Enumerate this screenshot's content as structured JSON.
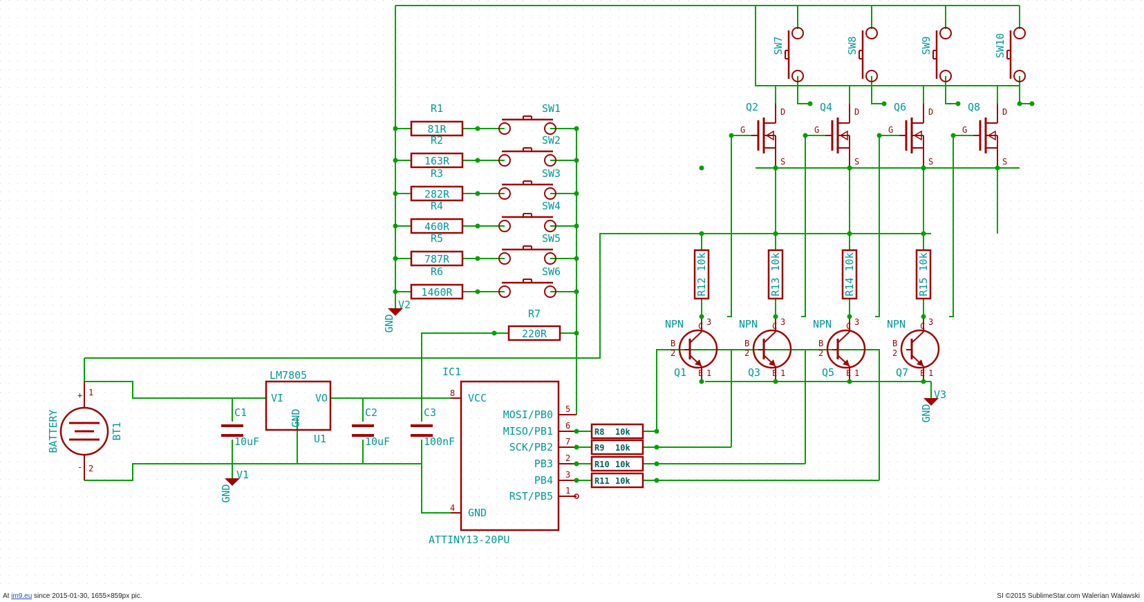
{
  "colors": {
    "wire": "#00a000",
    "part": "#a00000",
    "label": "#009898",
    "junction": "#00a000",
    "grid": "#c0c0c0"
  },
  "ic": {
    "ref": "IC1",
    "value": "ATTINY13-20PU",
    "pins": [
      {
        "num": "8",
        "name": "VCC"
      },
      {
        "num": "4",
        "name": "GND"
      },
      {
        "num": "5",
        "name": "MOSI/PB0"
      },
      {
        "num": "6",
        "name": "MISO/PB1"
      },
      {
        "num": "7",
        "name": "SCK/PB2"
      },
      {
        "num": "2",
        "name": "PB3"
      },
      {
        "num": "3",
        "name": "PB4"
      },
      {
        "num": "1",
        "name": "RST/PB5"
      }
    ]
  },
  "regulator": {
    "value": "LM7805",
    "ref": "U1",
    "vi": "VI",
    "vo": "VO",
    "gnd": "GND"
  },
  "battery": {
    "value": "BATTERY",
    "ref": "BT1",
    "plus": "+",
    "minus": "-",
    "pin1": "1",
    "pin2": "2"
  },
  "capacitors": [
    {
      "ref": "C1",
      "value": "10uF"
    },
    {
      "ref": "C2",
      "value": "10uF"
    },
    {
      "ref": "C3",
      "value": "100nF"
    }
  ],
  "ladder": [
    {
      "res": "R1",
      "val": "81R",
      "sw": "SW1"
    },
    {
      "res": "R2",
      "val": "163R",
      "sw": "SW2"
    },
    {
      "res": "R3",
      "val": "282R",
      "sw": "SW3"
    },
    {
      "res": "R4",
      "val": "460R",
      "sw": "SW4"
    },
    {
      "res": "R5",
      "val": "787R",
      "sw": "SW5"
    },
    {
      "res": "R6",
      "val": "1460R",
      "sw": "SW6"
    }
  ],
  "r7": {
    "ref": "R7",
    "val": "220R"
  },
  "base_resistors": [
    {
      "ref": "R8",
      "val": "10k"
    },
    {
      "ref": "R9",
      "val": "10k"
    },
    {
      "ref": "R10",
      "val": "10k"
    },
    {
      "ref": "R11",
      "val": "10k"
    }
  ],
  "pullups": [
    {
      "ref": "R12",
      "val": "10k"
    },
    {
      "ref": "R13",
      "val": "10k"
    },
    {
      "ref": "R14",
      "val": "10k"
    },
    {
      "ref": "R15",
      "val": "10k"
    }
  ],
  "npn": [
    {
      "ref": "Q1",
      "value": "NPN"
    },
    {
      "ref": "Q3",
      "value": "NPN"
    },
    {
      "ref": "Q5",
      "value": "NPN"
    },
    {
      "ref": "Q7",
      "value": "NPN"
    }
  ],
  "npn_pins": {
    "b": "B",
    "c": "C",
    "e": "E",
    "pin_b": "2",
    "pin_c": "3",
    "pin_e": "1"
  },
  "mosfets": [
    {
      "ref": "Q2",
      "sw": "SW7"
    },
    {
      "ref": "Q4",
      "sw": "SW8"
    },
    {
      "ref": "Q6",
      "sw": "SW9"
    },
    {
      "ref": "Q8",
      "sw": "SW10"
    }
  ],
  "mos_pins": {
    "g": "G",
    "d": "D",
    "s": "S"
  },
  "grounds": [
    {
      "name": "V1",
      "label": "GND"
    },
    {
      "name": "V2",
      "label": "GND"
    },
    {
      "name": "V3",
      "label": "GND"
    }
  ],
  "footer": {
    "prefix": "At ",
    "site": "im9.eu",
    "rest": " since 2015-01-30, 1655×859px pic.",
    "right": "SI ©2015 SublimeStar.com Walerian Walawski"
  }
}
